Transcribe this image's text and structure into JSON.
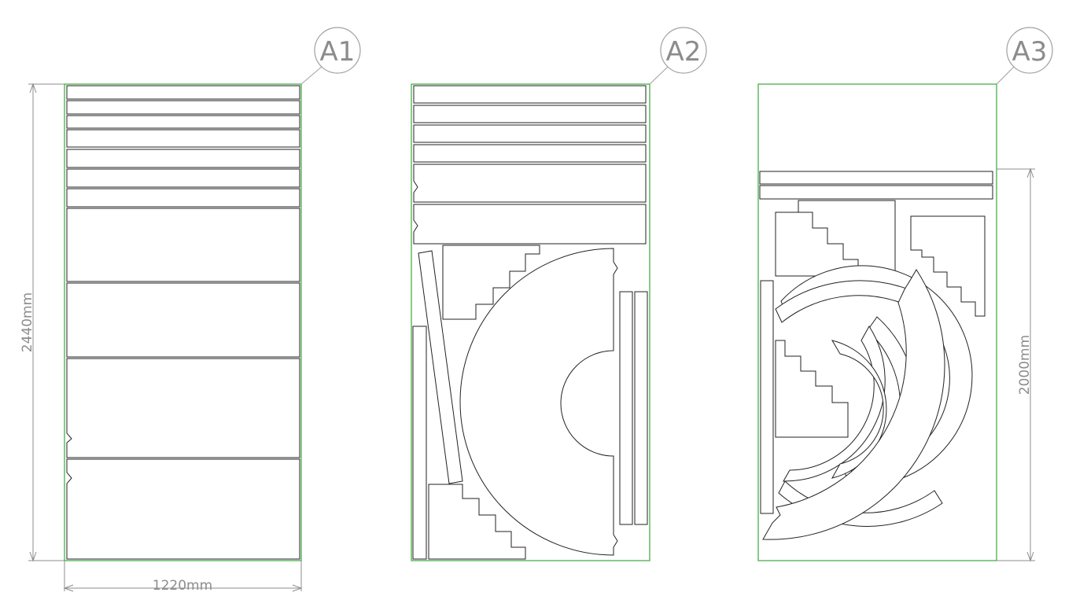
{
  "sheets": [
    {
      "label": "A1"
    },
    {
      "label": "A2"
    },
    {
      "label": "A3"
    }
  ],
  "dimensions": {
    "sheet_width": "1220mm",
    "sheet_height": "2440mm",
    "offcut_height": "2000mm"
  },
  "colors": {
    "sheet_outline": "#3aa83a",
    "part_outline": "#222222",
    "annotation": "#8c8c8c"
  }
}
